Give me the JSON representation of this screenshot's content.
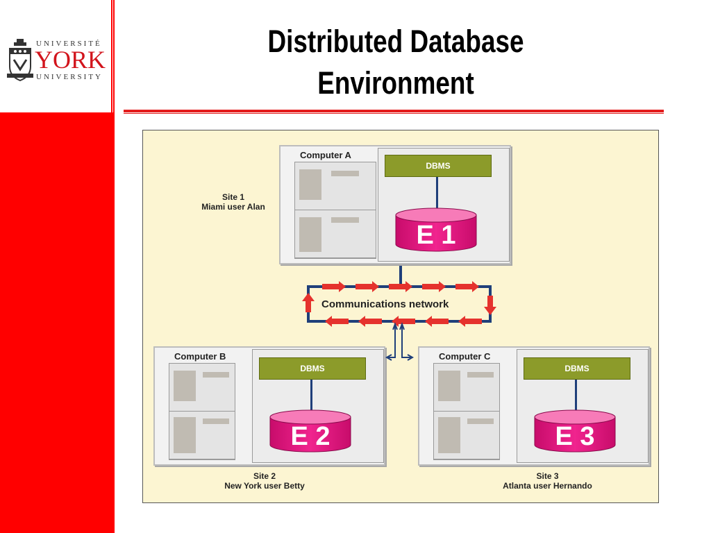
{
  "slide": {
    "title_line1": "Distributed Database",
    "title_line2": "Environment"
  },
  "logo": {
    "line1": "UNIVERSITÉ",
    "line2": "YORK",
    "line3": "UNIVERSITY"
  },
  "diagram": {
    "network_label": "Communications network",
    "computers": [
      {
        "label": "Computer A",
        "dbms": "DBMS",
        "db": "E 1",
        "site": "Site 1",
        "user": "Miami user Alan"
      },
      {
        "label": "Computer B",
        "dbms": "DBMS",
        "db": "E 2",
        "site": "Site 2",
        "user": "New York user Betty"
      },
      {
        "label": "Computer C",
        "dbms": "DBMS",
        "db": "E 3",
        "site": "Site 3",
        "user": "Atlanta user Hernando"
      }
    ]
  },
  "colors": {
    "accent_red": "#ff0000",
    "dbms_green": "#8c9b2a",
    "db_magenta": "#e8127f",
    "network_blue": "#1f3f7a",
    "arrow_red": "#e5322d",
    "diagram_bg": "#fcf5d2"
  }
}
